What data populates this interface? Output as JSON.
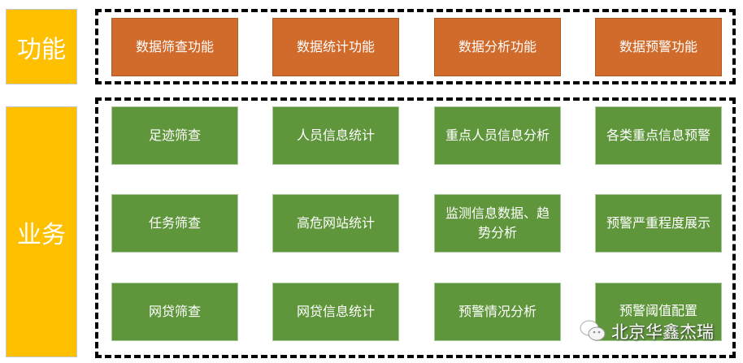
{
  "categories": {
    "function": "功能",
    "business": "业务"
  },
  "functions": [
    "数据筛查功能",
    "数据统计功能",
    "数据分析功能",
    "数据预警功能"
  ],
  "business_rows": [
    [
      "足迹筛查",
      "人员信息统计",
      "重点人员信息分析",
      "各类重点信息预警"
    ],
    [
      "任务筛查",
      "高危网站统计",
      "监测信息数据、趋势分析",
      "预警严重程度展示"
    ],
    [
      "网贷筛查",
      "网贷信息统计",
      "预警情况分析",
      "预警阈值配置"
    ]
  ],
  "watermark": "北京华鑫杰瑞",
  "colors": {
    "category": "#ffc000",
    "function": "#d06b2c",
    "business": "#5f963b"
  }
}
